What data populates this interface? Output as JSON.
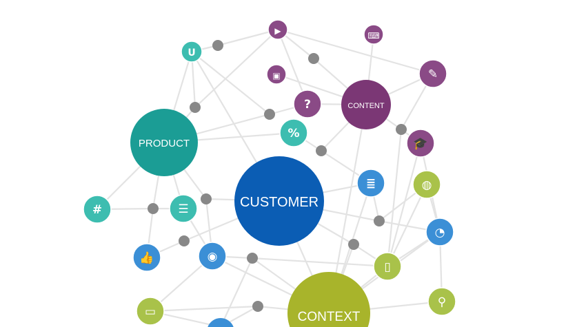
{
  "colors": {
    "product": "#1b9d95",
    "customer": "#0b5db4",
    "content": "#7b3775",
    "context": "#a8b42b",
    "teal": "#3dbdb0",
    "purple": "#8a4a86",
    "blue": "#3b8fd6",
    "green": "#a9c24a",
    "connector": "#888888",
    "edge": "#e3e3e3"
  },
  "hubs": {
    "product": {
      "label": "PRODUCT"
    },
    "customer": {
      "label": "CUSTOMER"
    },
    "content": {
      "label": "CONTENT"
    },
    "context": {
      "label": "CONTEXT"
    }
  },
  "icons": [
    {
      "name": "magnet-icon",
      "glyph": "U",
      "color": "teal"
    },
    {
      "name": "play-icon",
      "glyph": "▶",
      "color": "purple"
    },
    {
      "name": "keyboard-icon",
      "glyph": "⌨",
      "color": "purple"
    },
    {
      "name": "pencil-icon",
      "glyph": "✎",
      "color": "purple"
    },
    {
      "name": "screen-icon",
      "glyph": "▣",
      "color": "purple"
    },
    {
      "name": "question-icon",
      "glyph": "?",
      "color": "purple"
    },
    {
      "name": "percent-icon",
      "glyph": "%",
      "color": "teal"
    },
    {
      "name": "graduation-cap-icon",
      "glyph": "🎓",
      "color": "purple"
    },
    {
      "name": "receipt-icon",
      "glyph": "≣",
      "color": "blue"
    },
    {
      "name": "globe-icon",
      "glyph": "◍",
      "color": "green"
    },
    {
      "name": "pie-chart-icon",
      "glyph": "◔",
      "color": "blue"
    },
    {
      "name": "mobile-phone-icon",
      "glyph": "▯",
      "color": "green"
    },
    {
      "name": "search-icon",
      "glyph": "⚲",
      "color": "green"
    },
    {
      "name": "hashtag-icon",
      "glyph": "#",
      "color": "teal"
    },
    {
      "name": "list-icon",
      "glyph": "☰",
      "color": "teal"
    },
    {
      "name": "thumbs-up-icon",
      "glyph": "👍",
      "color": "blue"
    },
    {
      "name": "eye-icon",
      "glyph": "◉",
      "color": "blue"
    },
    {
      "name": "laptop-icon",
      "glyph": "▭",
      "color": "green"
    },
    {
      "name": "partial-icon",
      "glyph": "",
      "color": "blue"
    }
  ]
}
